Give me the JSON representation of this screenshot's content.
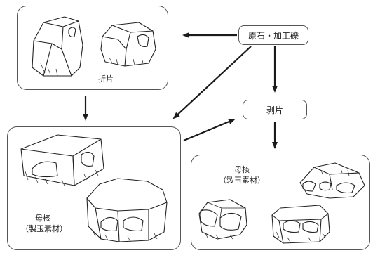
{
  "nodes": {
    "raw_stone": "原石・加工礫",
    "flake": "剥片"
  },
  "panels": {
    "top_left": {
      "label": "折片"
    },
    "bottom_left": {
      "label_line1": "母核",
      "label_line2": "（製玉素材）"
    },
    "bottom_right": {
      "label_line1": "母核",
      "label_line2": "（製玉素材）"
    }
  },
  "colors": {
    "stroke": "#222222",
    "box_border": "#555555",
    "arrow": "#1a1a1a"
  }
}
